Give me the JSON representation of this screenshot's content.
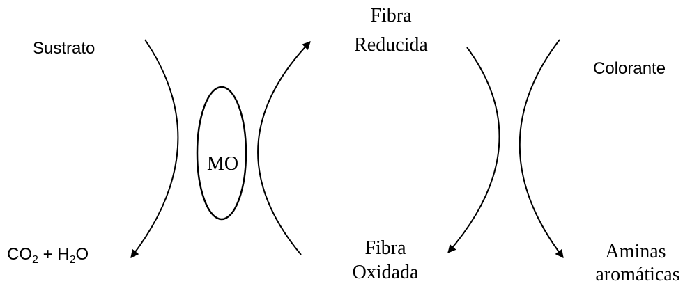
{
  "colors": {
    "stroke": "#000000",
    "background": "#ffffff"
  },
  "labels": {
    "sustrato": "Sustrato",
    "co2_prefix": "CO",
    "co2_sub": "2",
    "plus_h": " + H",
    "h2o_sub": "2",
    "o_suffix": "O",
    "mo": "MO",
    "fibra_reducida_line1": "Fibra",
    "fibra_reducida_line2": "Reducida",
    "fibra_oxidada_line1": "Fibra",
    "fibra_oxidada_line2": "Oxidada",
    "colorante": "Colorante",
    "aminas_line1": "Aminas",
    "aminas_line2": "aromáticas"
  }
}
